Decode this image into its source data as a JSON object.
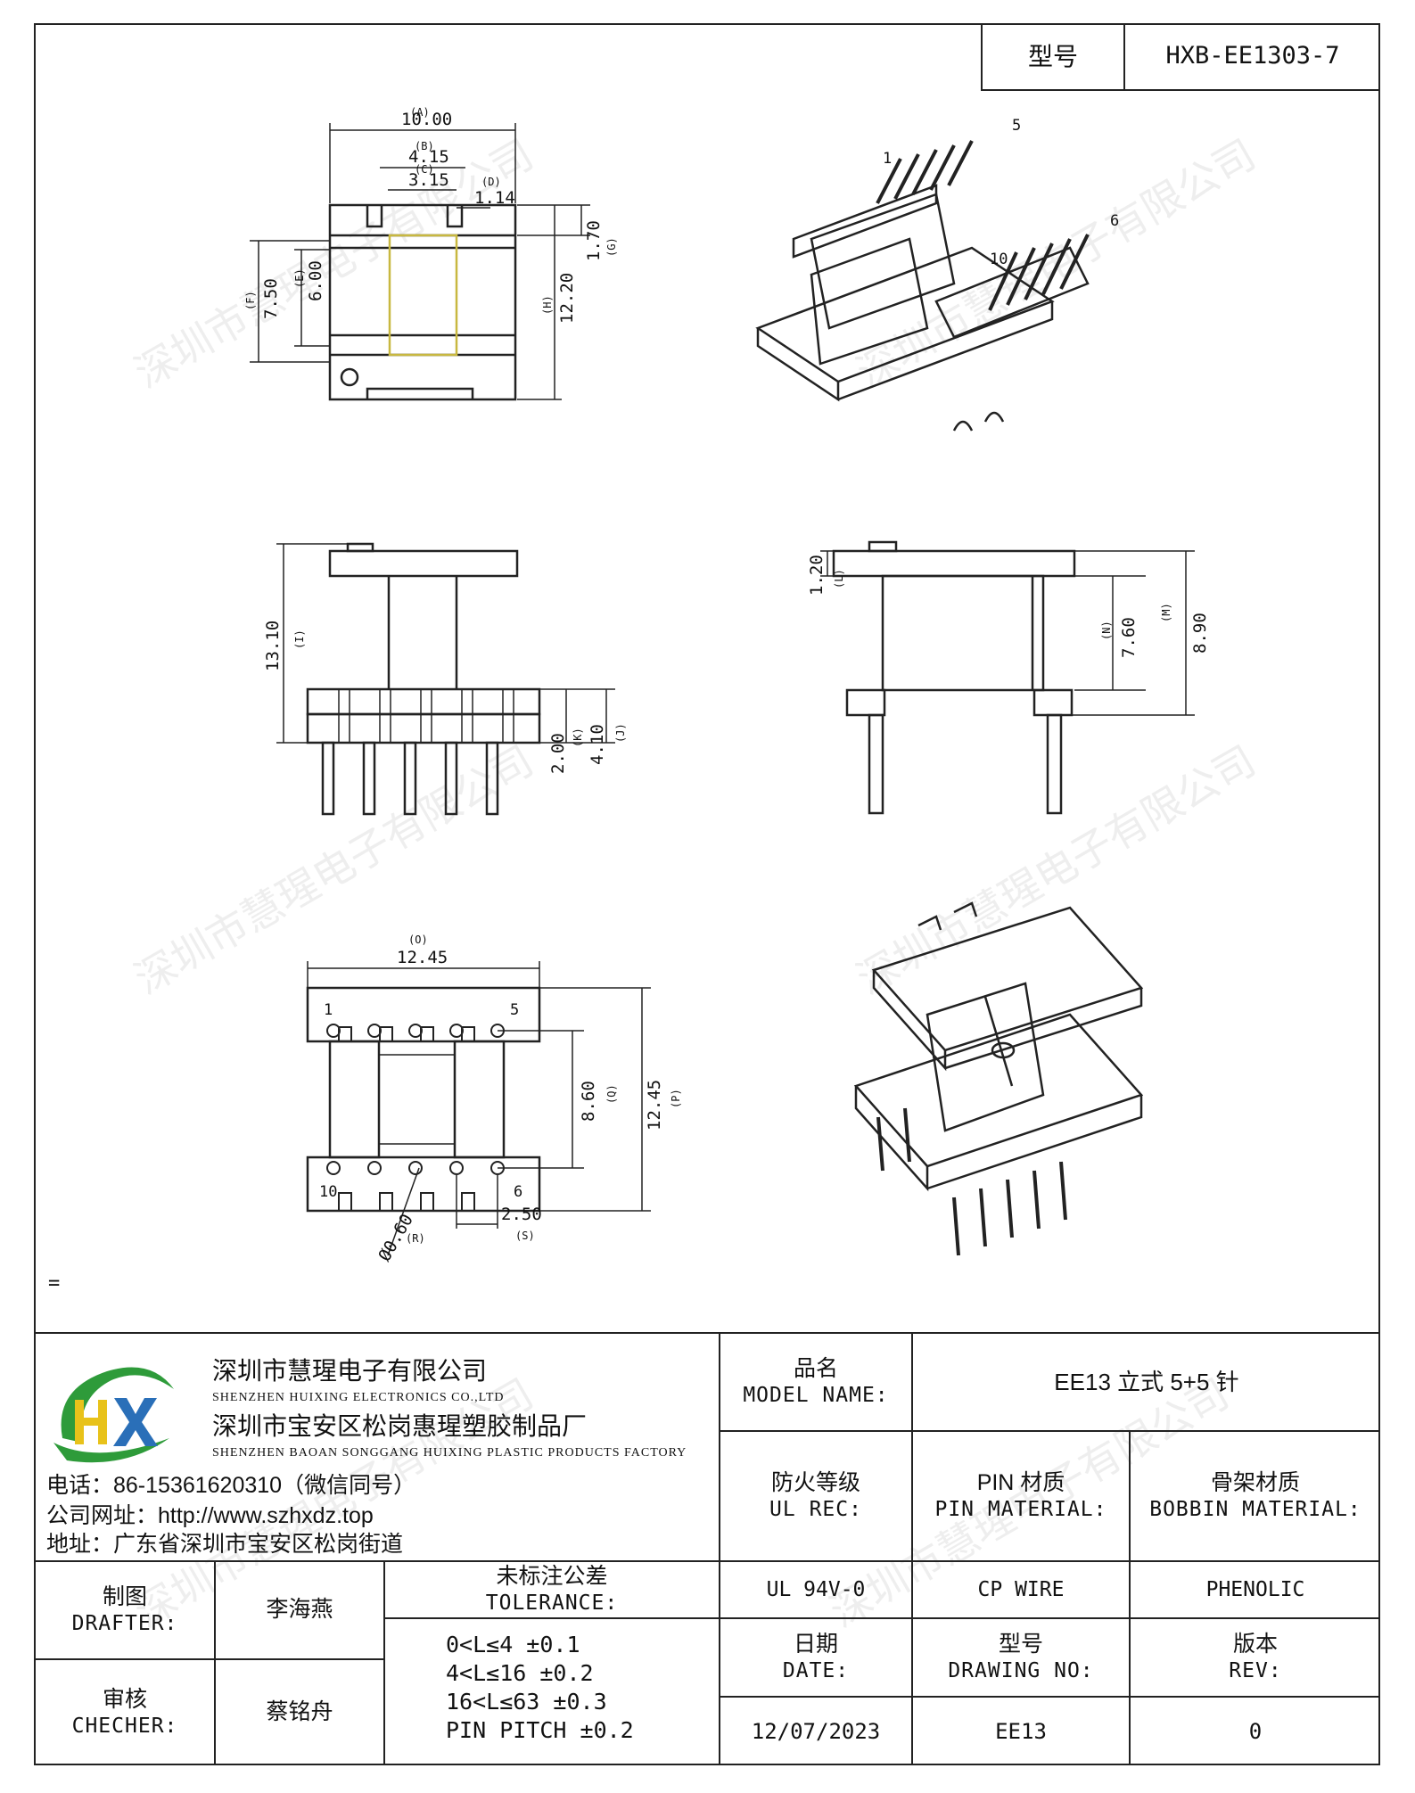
{
  "title_block": {
    "model_label": "型号",
    "model_value": "HXB-EE1303-7"
  },
  "watermark_text": "深圳市慧瑆电子有限公司",
  "stray_mark": "=",
  "drawing": {
    "top_view": {
      "dims": [
        "10.00",
        "4.15",
        "3.15",
        "1.14",
        "1.70",
        "12.20",
        "7.50",
        "6.00"
      ],
      "tags": [
        "(A)",
        "(B)",
        "(C)",
        "(D)",
        "(G)",
        "(H)",
        "(F)",
        "(E)"
      ]
    },
    "pin_labels_iso": [
      "1",
      "5",
      "6",
      "10"
    ],
    "front_view": {
      "dims": [
        "13.10",
        "2.00",
        "4.10"
      ],
      "tags": [
        "(I)",
        "(K)",
        "(J)"
      ]
    },
    "side_view": {
      "dims": [
        "1.20",
        "7.60",
        "8.90"
      ],
      "tags": [
        "(L)",
        "(N)",
        "(M)"
      ]
    },
    "bottom_view": {
      "dims": [
        "12.45",
        "8.60",
        "12.45",
        "2.50",
        "Ø0.60"
      ],
      "tags": [
        "(O)",
        "(Q)",
        "(P)",
        "(S)",
        "(R)"
      ],
      "pins": [
        "1",
        "5",
        "10",
        "6"
      ]
    }
  },
  "company": {
    "name_cn": "深圳市慧瑆电子有限公司",
    "name_en": "SHENZHEN HUIXING ELECTRONICS CO.,LTD",
    "factory_cn": "深圳市宝安区松岗惠瑆塑胶制品厂",
    "factory_en": "SHENZHEN BAOAN SONGGANG HUIXING PLASTIC PRODUCTS FACTORY",
    "phone": "电话：86-15361620310（微信同号）",
    "website": "公司网址：http://www.szhxdz.top",
    "address": "地址：广东省深圳市宝安区松岗街道",
    "logo_text": "HX"
  },
  "table": {
    "model_name_cn": "品名",
    "model_name_en": "MODEL NAME:",
    "model_name_value": "EE13 立式 5+5 针",
    "ul_cn": "防火等级",
    "ul_en": "UL REC:",
    "pin_cn": "PIN 材质",
    "pin_en": "PIN MATERIAL:",
    "bobbin_cn": "骨架材质",
    "bobbin_en": "BOBBIN MATERIAL:",
    "ul_value": "UL 94V-0",
    "pin_value": "CP WIRE",
    "bobbin_value": "PHENOLIC",
    "drafter_cn": "制图",
    "drafter_en": "DRAFTER:",
    "drafter_name": "李海燕",
    "checker_cn": "审核",
    "checker_en": "CHECHER:",
    "checker_name": "蔡铭舟",
    "tolerance_cn": "未标注公差",
    "tolerance_en": "TOLERANCE:",
    "tolerances": [
      "0<L≤4   ±0.1",
      "4<L≤16  ±0.2",
      "16<L≤63  ±0.3",
      "PIN PITCH ±0.2"
    ],
    "date_cn": "日期",
    "date_en": "DATE:",
    "date_value": "12/07/2023",
    "drawing_no_cn": "型号",
    "drawing_no_en": "DRAWING NO:",
    "drawing_no_value": "EE13",
    "rev_cn": "版本",
    "rev_en": "REV:",
    "rev_value": "0"
  },
  "colors": {
    "line": "#222222",
    "logo_green": "#2e9b3a",
    "logo_yellow": "#e8c21a",
    "logo_blue": "#2a6fb8"
  }
}
